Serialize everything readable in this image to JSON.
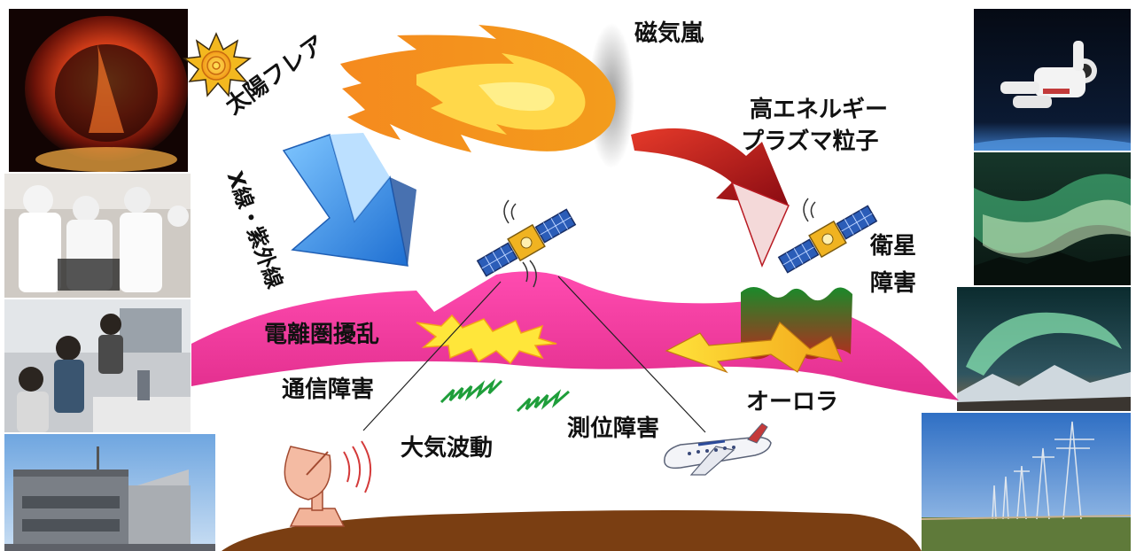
{
  "diagram": {
    "labels": {
      "solar_flare": "太陽フレア",
      "magnetic_storm": "磁気嵐",
      "high_energy_plasma_line1": "高エネルギー",
      "high_energy_plasma_line2": "プラズマ粒子",
      "xray_uv": "X線・紫外線",
      "satellite_failure_line1": "衛星",
      "satellite_failure_line2": "障害",
      "ionosphere_disturbance": "電離圏擾乱",
      "communication_failure": "通信障害",
      "aurora": "オーロラ",
      "positioning_failure": "測位障害",
      "atmospheric_waves": "大気波動"
    },
    "colors": {
      "ionosphere": "#ea3c9a",
      "ground": "#7a3e12",
      "xray_arrow": "#2f8de4",
      "plasma_arrow": "#c0141b",
      "flare_outer": "#f57c1f",
      "flare_inner": "#ffd84a",
      "aurora_curtain_top": "#1a8a2a",
      "aurora_curtain_bottom": "#b82a1e",
      "waves": "#1e9e3a"
    },
    "photos": [
      {
        "name": "volcanic-crater-photo",
        "subject": "glowing lava crater at night"
      },
      {
        "name": "lab-researchers-photo",
        "subject": "people in cleanroom suits and caps"
      },
      {
        "name": "students-lab-photo",
        "subject": "students working at microscopes"
      },
      {
        "name": "observatory-building-photo",
        "subject": "grey research building under blue sky"
      },
      {
        "name": "astronaut-photo",
        "subject": "astronaut in white suit in orbit"
      },
      {
        "name": "aurora-photo-1",
        "subject": "green and white aurora over mountains"
      },
      {
        "name": "aurora-photo-2",
        "subject": "green aurora arc over snowy peaks"
      },
      {
        "name": "radar-antenna-array-photo",
        "subject": "field of antenna masts under blue sky"
      }
    ]
  }
}
